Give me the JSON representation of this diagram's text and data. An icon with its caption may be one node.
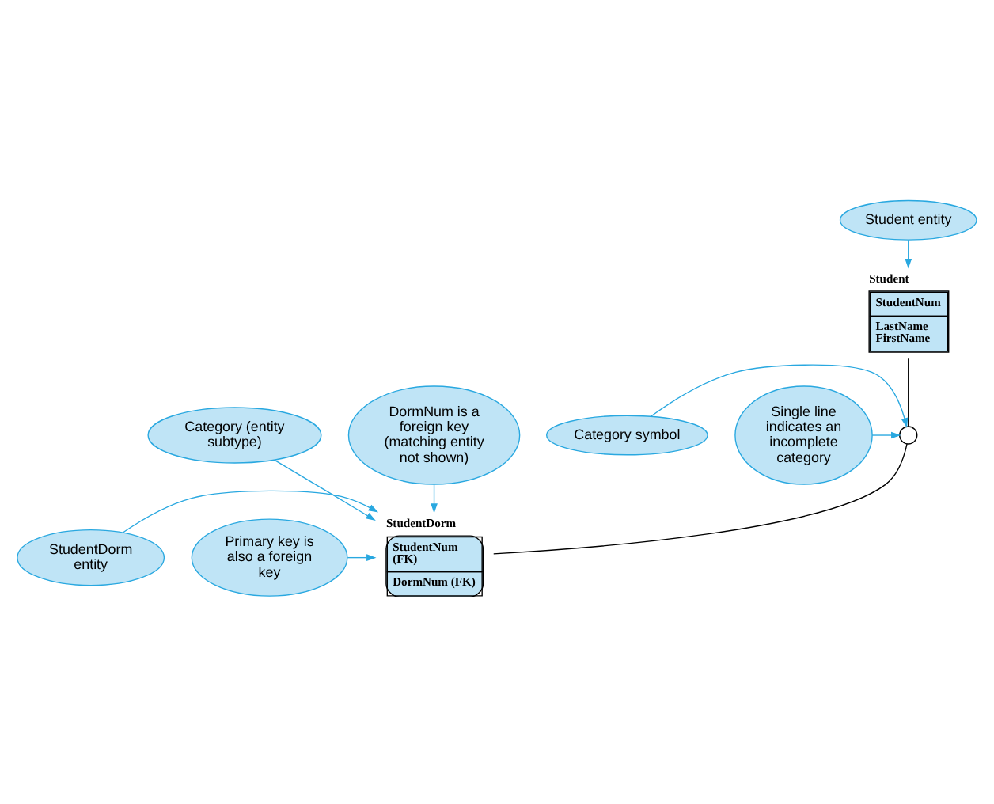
{
  "diagram": {
    "nodes": [
      {
        "text": [
          "Student entity"
        ]
      },
      {
        "text": [
          "Student",
          "StudentNum",
          "LastName FirstName"
        ]
      },
      {
        "text": [
          "Category symbol"
        ]
      },
      {
        "text": [],
        "shape": "circle"
      },
      {
        "text": [
          "Single line indicates an incomplete category"
        ]
      },
      {
        "text": [
          "StudentDorm entity"
        ]
      },
      {
        "text": [
          "StudentDorm",
          "StudentNum (FK)",
          "DormNum (FK)"
        ]
      },
      {
        "text": [
          "Primary key is also a foreign key"
        ]
      },
      {
        "text": [
          "Category (entity subtype)"
        ]
      },
      {
        "text": [
          "DormNum is a foreign key (matching entity not shown)"
        ]
      }
    ],
    "edges": [
      {
        "from": 0,
        "to": 1,
        "arrow": "to"
      },
      {
        "from": 2,
        "to": 3,
        "arrow": "to"
      },
      {
        "from": 1,
        "to": 3,
        "arrow": "none",
        "color": "#000000"
      },
      {
        "from": 3,
        "to": 6,
        "arrow": "none",
        "color": "#000000"
      },
      {
        "from": 4,
        "to": 3,
        "arrow": "to"
      },
      {
        "from": 5,
        "to": 6,
        "arrow": "to"
      },
      {
        "from": 7,
        "to": 6,
        "arrow": "to"
      },
      {
        "from": 8,
        "to": 6,
        "arrow": "to"
      },
      {
        "from": 9,
        "to": 6,
        "arrow": "to"
      }
    ]
  }
}
